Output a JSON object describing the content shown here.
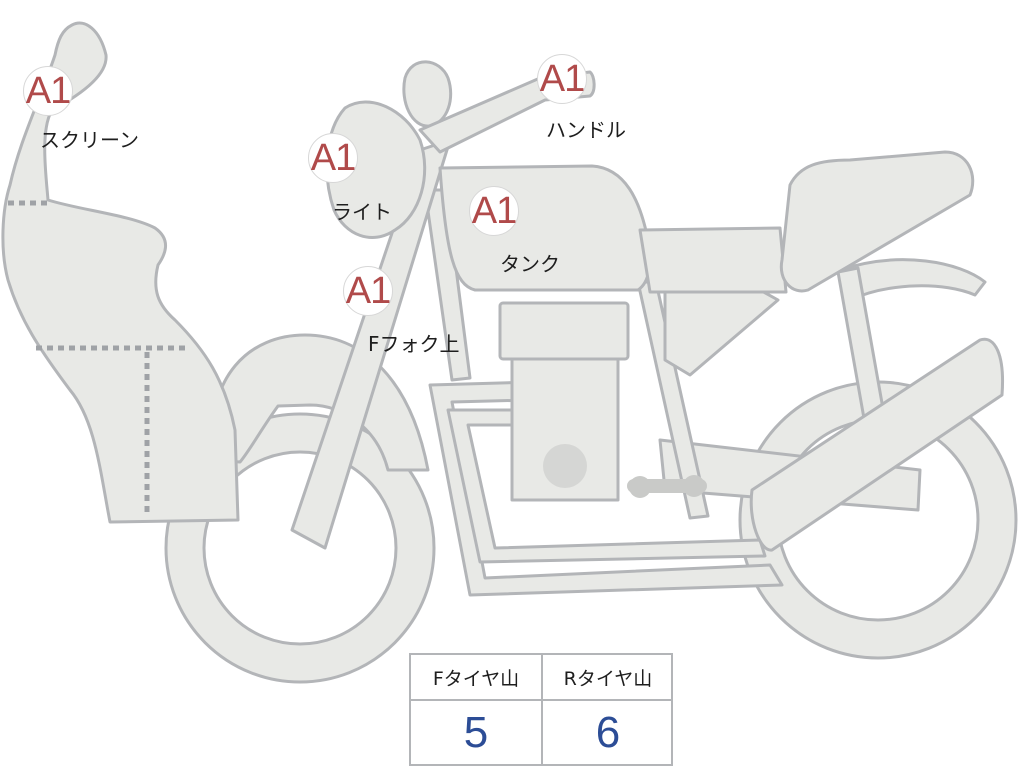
{
  "markers": {
    "screen": {
      "code": "A1",
      "label": "スクリーン"
    },
    "light": {
      "code": "A1",
      "label": "ライト"
    },
    "handle": {
      "code": "A1",
      "label": "ハンドル"
    },
    "tank": {
      "code": "A1",
      "label": "タンク"
    },
    "fork_upper": {
      "code": "A1",
      "label": "Fフォク上"
    }
  },
  "tire_tread": {
    "front_label": "Fタイヤ山",
    "rear_label": "Rタイヤ山",
    "front_value": "5",
    "rear_value": "6"
  },
  "colors": {
    "part_fill": "#e8e9e6",
    "part_outline": "#b3b5b8",
    "marker_text": "#b04a4a",
    "value_text": "#2c4d96"
  }
}
